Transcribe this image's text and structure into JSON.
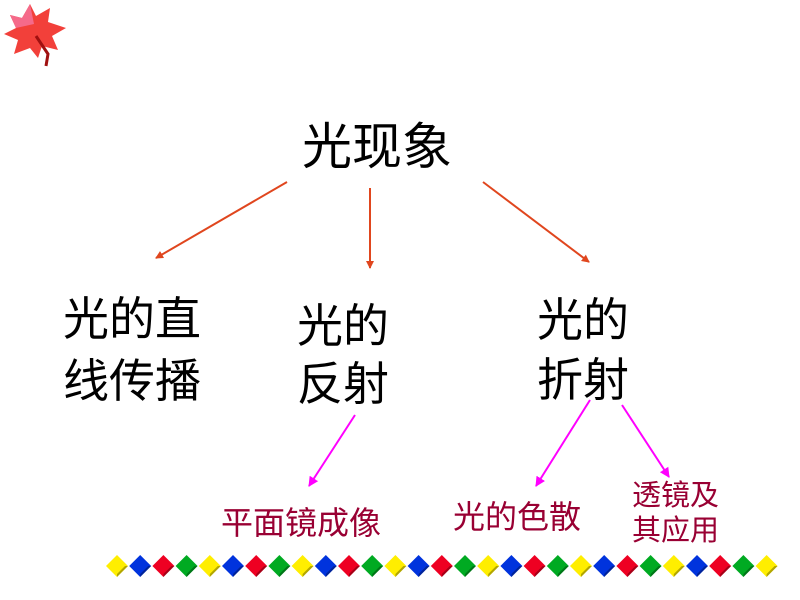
{
  "root": {
    "label": "光现象"
  },
  "branches": [
    {
      "line1": "光的直",
      "line2": "线传播"
    },
    {
      "line1": "光的",
      "line2": "反射"
    },
    {
      "line1": "光的",
      "line2": "折射"
    }
  ],
  "leaves": {
    "reflection": "平面镜成像",
    "dispersion": "光的色散",
    "lens_line1": "透镜及",
    "lens_line2": "其应用"
  },
  "colors": {
    "top_arrow": "#e0461e",
    "leaf_arrow": "#ff00ff",
    "leaf_text": "#990033",
    "diamonds": [
      "#ffee00",
      "#0033dd",
      "#ee0022",
      "#00aa22"
    ]
  },
  "icons": {
    "corner": "maple-leaf-icon",
    "border": "diamond-border"
  }
}
